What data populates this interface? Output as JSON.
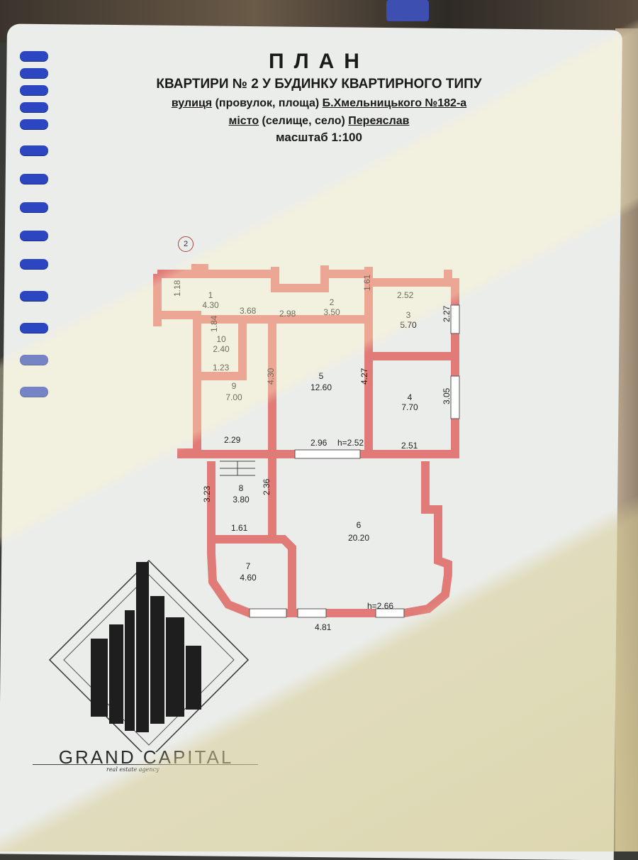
{
  "document": {
    "title": "ПЛАН",
    "subtitle": "КВАРТИРИ № 2 У БУДИНКУ КВАРТИРНОГО ТИПУ",
    "street_label": "вулиця",
    "street_qualifier": "(провулок, площа)",
    "street_value": "Б.Хмельницького №182-а",
    "city_label": "місто",
    "city_qualifier": "(селище, село)",
    "city_value": "Переяслав",
    "scale": "масштаб 1:100",
    "apartment_marker": "2"
  },
  "rooms": [
    {
      "num": "1",
      "area": "4.30"
    },
    {
      "num": "2",
      "area": "3.50"
    },
    {
      "num": "3",
      "area": "5.70"
    },
    {
      "num": "4",
      "area": "7.70"
    },
    {
      "num": "5",
      "area": "12.60"
    },
    {
      "num": "6",
      "area": "20.20"
    },
    {
      "num": "7",
      "area": "4.60"
    },
    {
      "num": "8",
      "area": "3.80"
    },
    {
      "num": "9",
      "area": "7.00"
    },
    {
      "num": "10",
      "area": "2.40"
    }
  ],
  "dimensions": {
    "d118": "1.18",
    "d368": "3.68",
    "d298": "2.98",
    "d161": "1.61",
    "d252": "2.52",
    "d227": "2.27",
    "d184": "1.84",
    "d123": "1.23",
    "d430": "4.30",
    "d427": "4.27",
    "d305": "3.05",
    "d229": "2.29",
    "d296": "2.96",
    "h252": "h=2.52",
    "d251": "2.51",
    "d323": "3.23",
    "d236": "2.36",
    "d161b": "1.61",
    "h266": "h=2.66",
    "d481": "4.81"
  },
  "logo": {
    "name": "GRAND CAPITAL",
    "tagline": "real estate agency"
  },
  "colors": {
    "wall": "#e07b78",
    "wall_stroke": "#b84b4b",
    "binding_ring": "#2c46c2"
  }
}
